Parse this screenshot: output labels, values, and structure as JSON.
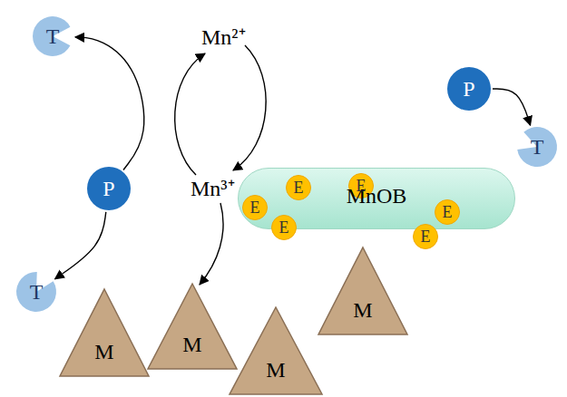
{
  "diagram": {
    "nodes": [
      {
        "text": [
          "T"
        ]
      },
      {
        "text": [
          "P"
        ]
      },
      {
        "text": [
          "T"
        ]
      },
      {
        "text": [
          "P"
        ]
      },
      {
        "text": [
          "MnOB"
        ]
      },
      {
        "text": [
          "E"
        ],
        "in": 4
      },
      {
        "text": [
          "E"
        ],
        "in": 4
      },
      {
        "text": [
          "E"
        ],
        "in": 4
      },
      {
        "text": [
          "E"
        ],
        "in": 4
      },
      {
        "text": [
          "E"
        ],
        "in": 4
      },
      {
        "text": [
          "E"
        ],
        "in": 4
      },
      {
        "text": [
          "T"
        ]
      },
      {
        "text": [
          "M"
        ]
      },
      {
        "text": [
          "M"
        ]
      },
      {
        "text": [
          "M"
        ]
      },
      {
        "text": [
          "M"
        ]
      }
    ],
    "edges": [
      {
        "from": 3,
        "to": 0,
        "arrow": "to"
      },
      {
        "from": 3,
        "to": 11,
        "arrow": "to"
      },
      {
        "from": 1,
        "to": 2,
        "arrow": "to"
      }
    ],
    "labels": [
      "Mn²⁺",
      "Mn³⁺"
    ]
  }
}
